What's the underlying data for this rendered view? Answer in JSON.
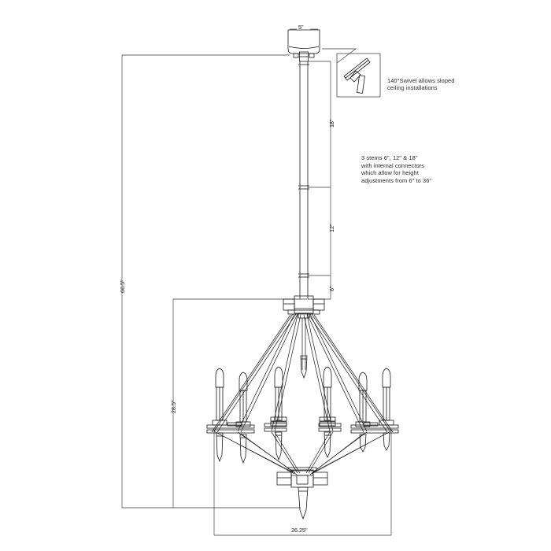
{
  "drawing": {
    "title": "Chandelier dimensional line drawing",
    "line_color": "#1a1a1a",
    "background": "#ffffff"
  },
  "dimensions": {
    "canopy_width": "5\"",
    "overall_height": "66.5\"",
    "fixture_height": "28.5\"",
    "fixture_width": "26.25\"",
    "stem_top": "18\"",
    "stem_middle": "12\"",
    "stem_bottom": "6\""
  },
  "annotations": {
    "swivel": "140°Swivel allows sloped\nceiling installations",
    "stems_line1": "3 stems 6\", 12\" & 18\"",
    "stems_line2": "with internal connectors",
    "stems_line3": "which allow for height",
    "stems_line4": "adjustments from 6\" to 36\""
  },
  "parts": {
    "canopy": "canopy",
    "swivel_detail": "swivel-detail-inset",
    "stem": "stem-rod",
    "top_hub": "top-hub",
    "bottom_hub": "bottom-hub",
    "candle": "candle-light",
    "crystal": "crystal-drop",
    "arm": "frame-arm"
  }
}
